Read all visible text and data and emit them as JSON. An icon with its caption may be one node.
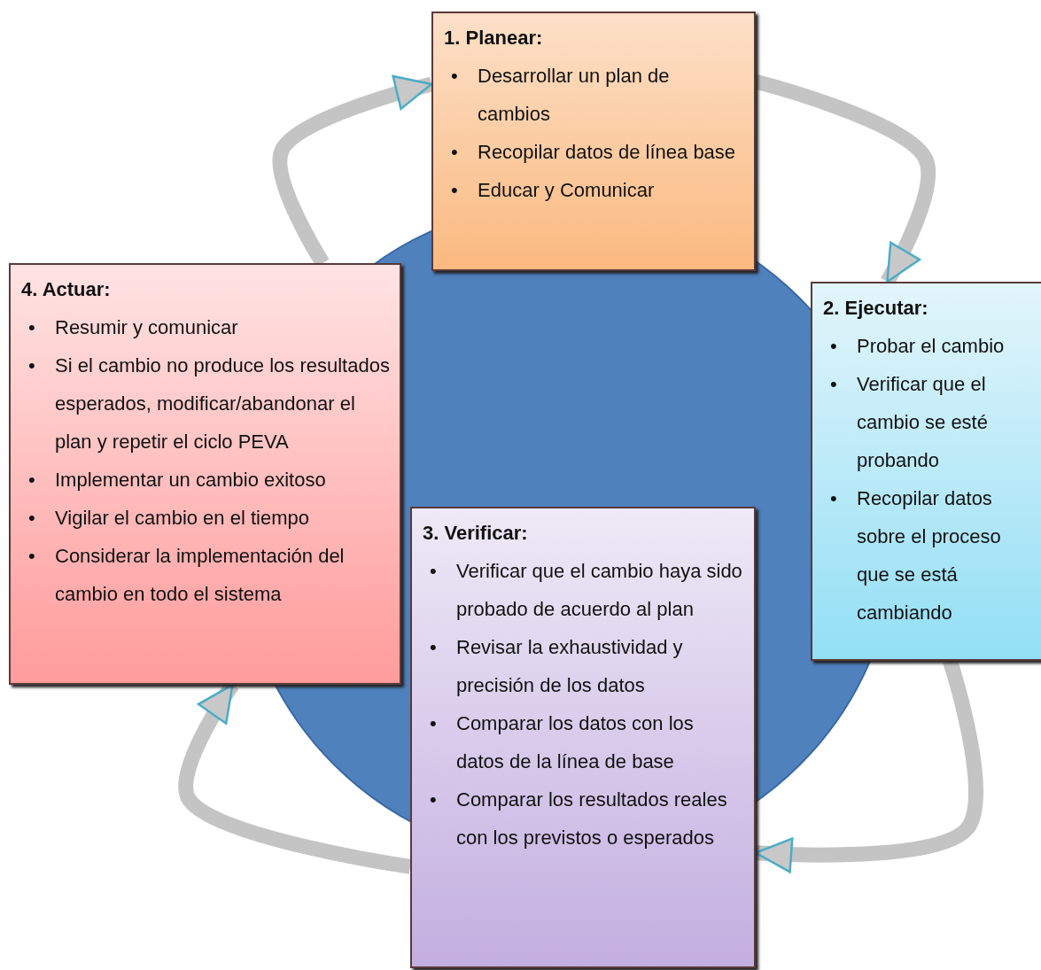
{
  "diagram": {
    "nodes": [
      {
        "text": [
          "1. Planear:",
          "• Desarrollar un plan de cambios",
          "• Recopilar datos de línea base",
          "• Educar y Comunicar"
        ]
      },
      {
        "text": [
          "2. Ejecutar:",
          "• Probar el cambio",
          "• Verificar que el cambio se esté probando",
          "• Recopilar datos sobre el proceso que se está cambiando"
        ]
      },
      {
        "text": [
          "**3. Verificar**:",
          "• Verificar que el cambio haya sido probado de acuerdo al plan",
          "• Revisar la exhaustividad y precisión de los datos",
          "• Comparar los datos con los datos de la línea de base",
          "• Comparar los resultados reales con los previstos o esperados"
        ]
      },
      {
        "text": [
          "4. Actuar:",
          "• Resumir y comunicar",
          "• Si el cambio no produce los resultados esperados, modificar/abandonar el plan y repetir el ciclo PEVA",
          "• Implementar un cambio exitoso",
          "• Vigilar el cambio en el tiempo",
          "• Considerar la implementación del cambio en todo el sistema"
        ]
      }
    ],
    "edges": [
      {
        "from": 3,
        "to": 0,
        "arrow": "to"
      },
      {
        "from": 0,
        "to": 1,
        "arrow": "to"
      },
      {
        "from": 1,
        "to": 2,
        "arrow": "to"
      },
      {
        "from": 2,
        "to": 3,
        "arrow": "to"
      }
    ]
  }
}
